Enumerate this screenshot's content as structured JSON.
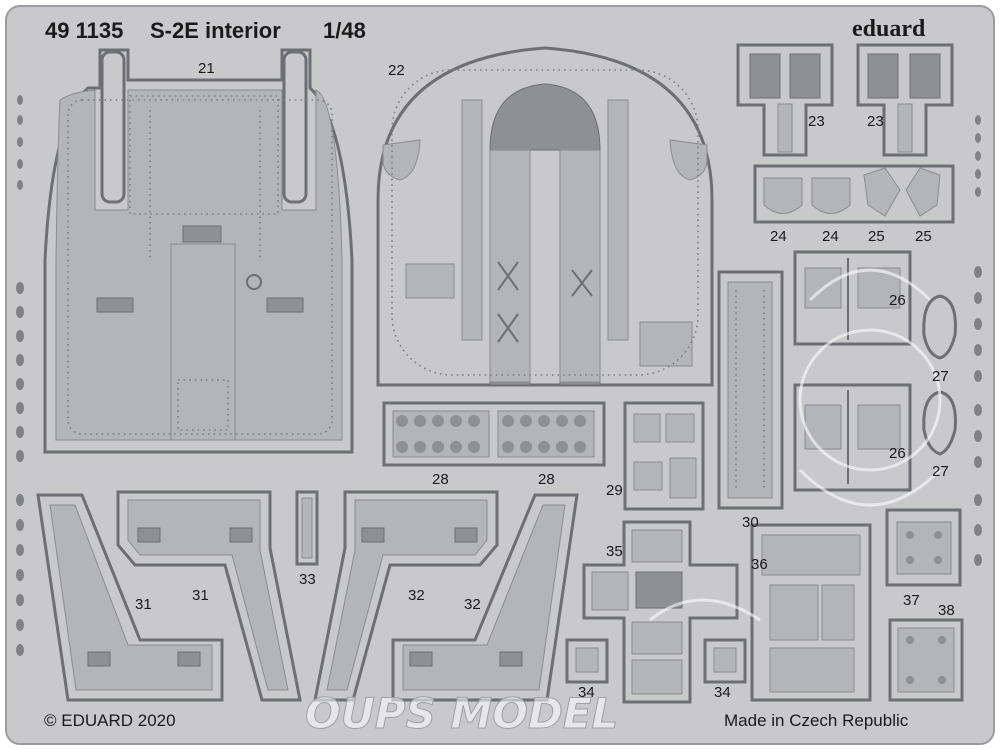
{
  "header": {
    "code": "49 1135",
    "title": "S-2E interior",
    "scale": "1/48",
    "brand": "eduard"
  },
  "footer": {
    "copyright": "© EDUARD 2020",
    "origin": "Made in Czech Republic"
  },
  "watermark": "OUPS MODEL",
  "part_numbers": {
    "p21": "21",
    "p22": "22",
    "p23a": "23",
    "p23b": "23",
    "p24a": "24",
    "p24b": "24",
    "p25a": "25",
    "p25b": "25",
    "p26a": "26",
    "p26b": "26",
    "p27a": "27",
    "p27b": "27",
    "p28a": "28",
    "p28b": "28",
    "p29": "29",
    "p30": "30",
    "p31a": "31",
    "p31b": "31",
    "p32a": "32",
    "p32b": "32",
    "p33": "33",
    "p34a": "34",
    "p34b": "34",
    "p35": "35",
    "p36": "36",
    "p37": "37",
    "p38": "38"
  },
  "colors": {
    "fret": "#c9c9cb",
    "outline": "#6d6f74",
    "background": "#ffffff"
  }
}
